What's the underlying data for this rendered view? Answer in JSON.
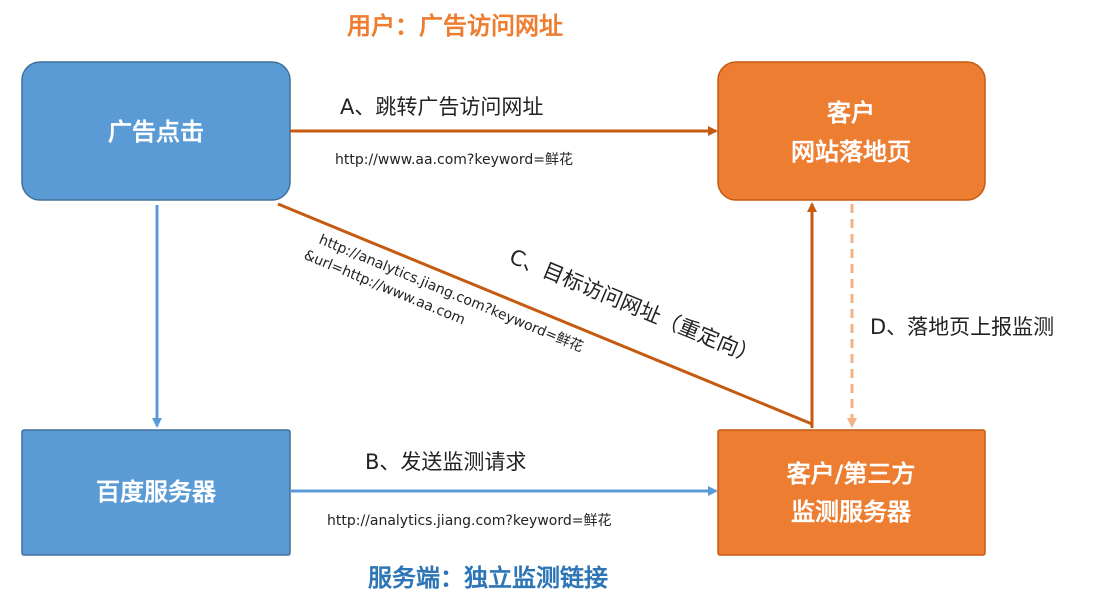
{
  "colors": {
    "blue_box": "#5B9BD5",
    "orange_box": "#ED7D31",
    "arrow_brown": "#C55A11",
    "arrow_blue": "#5B9BD5",
    "dashed": "#F4B183",
    "top_title": "#ED7D31",
    "bottom_title": "#2E75B6"
  },
  "top_title": "用户：广告访问网址",
  "bottom_title": "服务端：独立监测链接",
  "boxes": {
    "ad_click": "广告点击",
    "landing_line1": "客户",
    "landing_line2": "网站落地页",
    "baidu_server": "百度服务器",
    "monitor_line1": "客户/第三方",
    "monitor_line2": "监测服务器"
  },
  "edges": {
    "a_label": "A、跳转广告访问网址",
    "a_url": "http://www.aa.com?keyword=鲜花",
    "b_label": "B、发送监测请求",
    "b_url": "http://analytics.jiang.com?keyword=鲜花",
    "c_label": "C、目标访问网址（重定向）",
    "c_url_line1": "http://analytics.jiang.com?keyword=鲜花",
    "c_url_line2": "&url=http://www.aa.com",
    "d_label": "D、落地页上报监测"
  }
}
